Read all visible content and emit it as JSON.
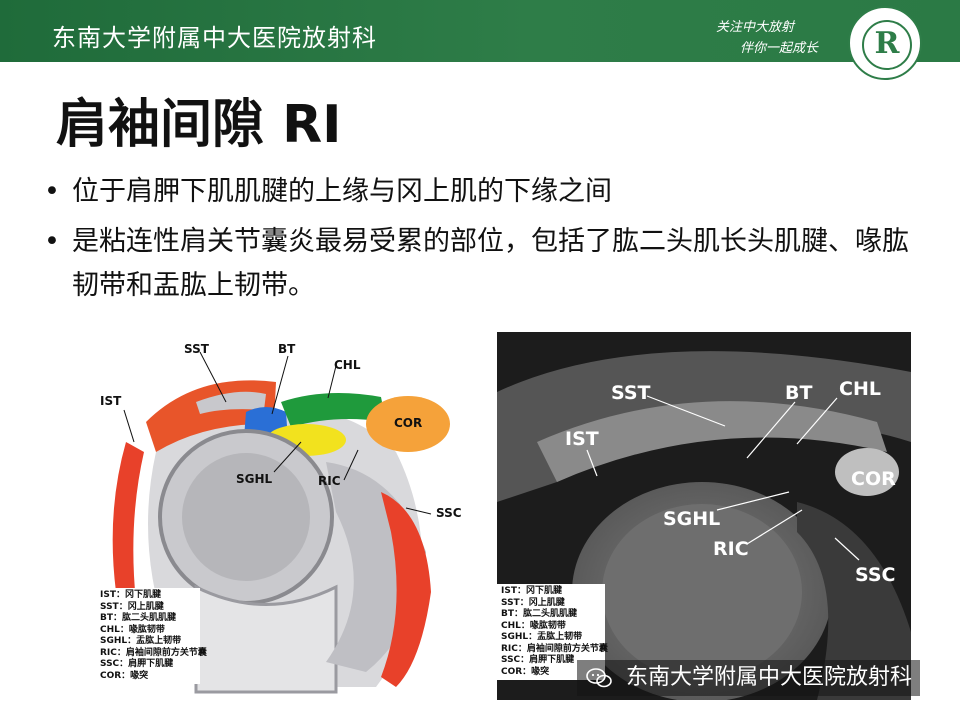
{
  "header": {
    "title": "东南大学附属中大医院放射科",
    "slogan_line1": "关注中大放射",
    "slogan_line2": "伴你一起成长",
    "logo_letter": "R"
  },
  "slide": {
    "title": "肩袖间隙 RI",
    "bullets": [
      "位于肩胛下肌肌腱的上缘与冈上肌的下缘之间",
      "是粘连性肩关节囊炎最易受累的部位，包括了肱二头肌长头肌腱、喙肱韧带和盂肱上韧带。"
    ],
    "bullet_symbol": "•"
  },
  "left_figure": {
    "labels": {
      "sst": "SST",
      "bt": "BT",
      "chl": "CHL",
      "ist": "IST",
      "cor": "COR",
      "sghl": "SGHL",
      "ric": "RIC",
      "ssc": "SSC"
    },
    "legend": [
      "IST：冈下肌腱",
      "SST：冈上肌腱",
      "BT：肱二头肌肌腱",
      "CHL：喙肱韧带",
      "SGHL：盂肱上韧带",
      "RIC：肩袖间隙前方关节囊",
      "SSC：肩胛下肌腱",
      "COR：喙突"
    ]
  },
  "right_figure": {
    "labels": {
      "sst": "SST",
      "bt": "BT",
      "chl": "CHL",
      "ist": "IST",
      "cor": "COR",
      "sghl": "SGHL",
      "ric": "RIC",
      "ssc": "SSC"
    },
    "legend": [
      "IST：冈下肌腱",
      "SST：冈上肌腱",
      "BT：肱二头肌肌腱",
      "CHL：喙肱韧带",
      "SGHL：盂肱上韧带",
      "RIC：肩袖间隙前方关节囊",
      "SSC：肩胛下肌腱",
      "COR：喙突"
    ]
  },
  "watermark": {
    "text": "东南大学附属中大医院放射科"
  },
  "colors": {
    "header_green": "#2e7d48",
    "tendon_red": "#e8412a",
    "tendon_orange": "#f5a23a",
    "ligament_green": "#1f9a3c",
    "biceps_blue": "#2a6fd6",
    "sghl_yellow": "#f2e21e"
  }
}
